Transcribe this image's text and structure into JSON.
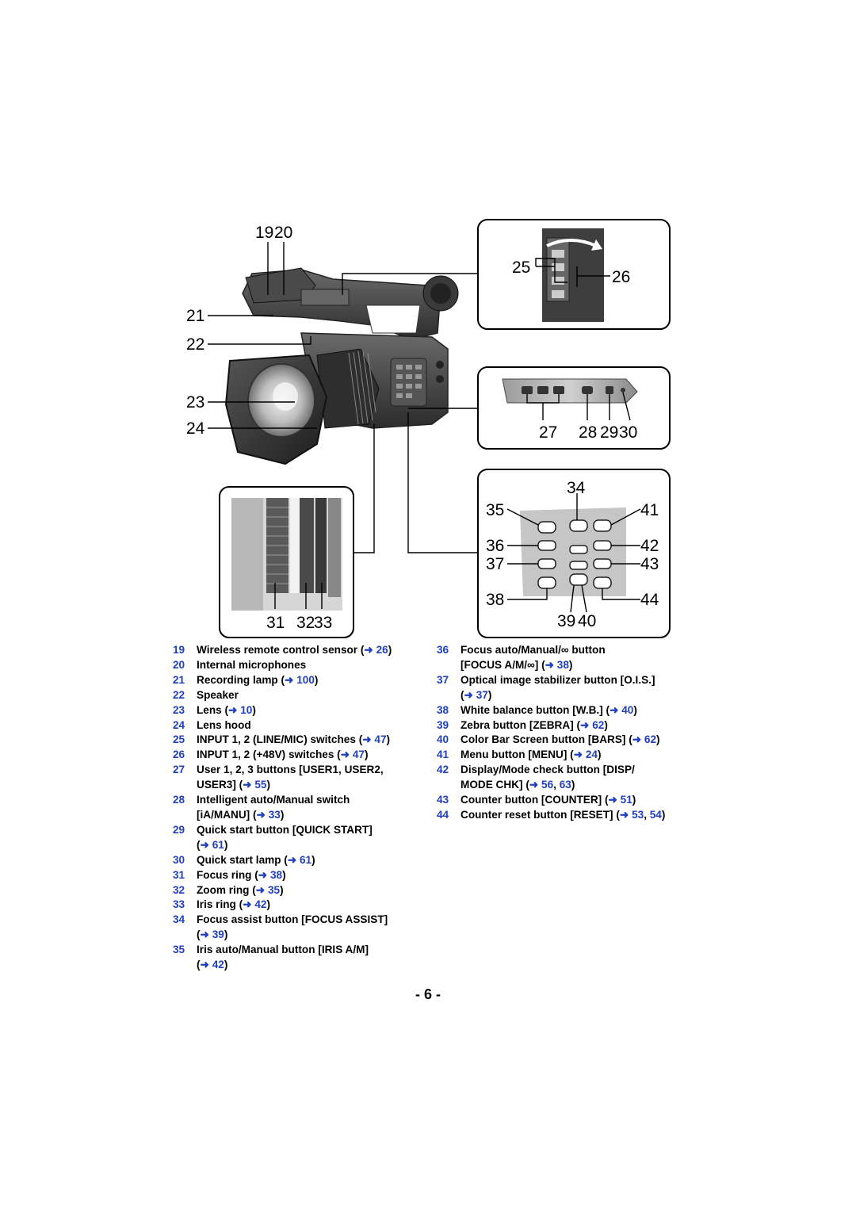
{
  "callouts": {
    "c19": "19",
    "c20": "20",
    "c21": "21",
    "c22": "22",
    "c23": "23",
    "c24": "24",
    "c25": "25",
    "c26": "26",
    "c27": "27",
    "c28": "28",
    "c29": "29",
    "c30": "30",
    "c31": "31",
    "c32": "32",
    "c33": "33",
    "c34": "34",
    "c35": "35",
    "c36": "36",
    "c37": "37",
    "c38": "38",
    "c39": "39",
    "c40": "40",
    "c41": "41",
    "c42": "42",
    "c43": "43",
    "c44": "44"
  },
  "legend": {
    "i19": {
      "num": "19",
      "text": "Wireless remote control sensor (",
      "arrow": "➜ ",
      "ref": "26",
      "end": ")"
    },
    "i20": {
      "num": "20",
      "text": "Internal microphones"
    },
    "i21": {
      "num": "21",
      "text": "Recording lamp (",
      "arrow": "➜ ",
      "ref": "100",
      "end": ")"
    },
    "i22": {
      "num": "22",
      "text": "Speaker"
    },
    "i23": {
      "num": "23",
      "text": "Lens (",
      "arrow": "➜ ",
      "ref": "10",
      "end": ")"
    },
    "i24": {
      "num": "24",
      "text": "Lens hood"
    },
    "i25": {
      "num": "25",
      "text": "INPUT 1, 2 (LINE/MIC) switches (",
      "arrow": "➜ ",
      "ref": "47",
      "end": ")"
    },
    "i26": {
      "num": "26",
      "text": "INPUT 1, 2 (+48V) switches (",
      "arrow": "➜ ",
      "ref": "47",
      "end": ")"
    },
    "i27": {
      "num": "27",
      "text": "User 1, 2, 3 buttons [USER1, USER2,",
      "text2": "USER3] (",
      "arrow": "➜ ",
      "ref": "55",
      "end": ")"
    },
    "i28": {
      "num": "28",
      "text": "Intelligent auto/Manual switch",
      "text2": "[iA/MANU] (",
      "arrow": "➜ ",
      "ref": "33",
      "end": ")"
    },
    "i29": {
      "num": "29",
      "text": "Quick start button [QUICK START]",
      "text2": "(",
      "arrow": "➜ ",
      "ref": "61",
      "end": ")"
    },
    "i30": {
      "num": "30",
      "text": "Quick start lamp (",
      "arrow": "➜ ",
      "ref": "61",
      "end": ")"
    },
    "i31": {
      "num": "31",
      "text": "Focus ring (",
      "arrow": "➜ ",
      "ref": "38",
      "end": ")"
    },
    "i32": {
      "num": "32",
      "text": "Zoom ring (",
      "arrow": "➜ ",
      "ref": "35",
      "end": ")"
    },
    "i33": {
      "num": "33",
      "text": "Iris ring (",
      "arrow": "➜ ",
      "ref": "42",
      "end": ")"
    },
    "i34": {
      "num": "34",
      "text": "Focus assist button [FOCUS ASSIST]",
      "text2": "(",
      "arrow": "➜ ",
      "ref": "39",
      "end": ")"
    },
    "i35": {
      "num": "35",
      "text": "Iris auto/Manual button [IRIS A/M]",
      "text2": "(",
      "arrow": "➜ ",
      "ref": "42",
      "end": ")"
    },
    "i36": {
      "num": "36",
      "text": "Focus auto/Manual/∞ button",
      "text2": "[FOCUS A/M/∞] (",
      "arrow": "➜ ",
      "ref": "38",
      "end": ")"
    },
    "i37": {
      "num": "37",
      "text": "Optical image stabilizer button [O.I.S.]",
      "text2": "(",
      "arrow": "➜ ",
      "ref": "37",
      "end": ")"
    },
    "i38": {
      "num": "38",
      "text": "White balance button [W.B.] (",
      "arrow": "➜ ",
      "ref": "40",
      "end": ")"
    },
    "i39": {
      "num": "39",
      "text": "Zebra button [ZEBRA] (",
      "arrow": "➜ ",
      "ref": "62",
      "end": ")"
    },
    "i40": {
      "num": "40",
      "text": "Color Bar Screen button [BARS] (",
      "arrow": "➜ ",
      "ref": "62",
      "end": ")"
    },
    "i41": {
      "num": "41",
      "text": "Menu button [MENU] (",
      "arrow": "➜ ",
      "ref": "24",
      "end": ")"
    },
    "i42": {
      "num": "42",
      "text": "Display/Mode check button [DISP/",
      "text2": "MODE CHK] (",
      "arrow": "➜ ",
      "ref": "56",
      "sep": ", ",
      "ref2": "63",
      "end": ")"
    },
    "i43": {
      "num": "43",
      "text": "Counter button [COUNTER] (",
      "arrow": "➜ ",
      "ref": "51",
      "end": ")"
    },
    "i44": {
      "num": "44",
      "text": "Counter reset button [RESET] (",
      "arrow": "➜ ",
      "ref": "53",
      "sep": ", ",
      "ref2": "54",
      "end": ")"
    }
  },
  "page_number": "- 6 -",
  "colors": {
    "link": "#1f3fbf",
    "frame": "#000000",
    "camera_body": "#4a4a4a"
  }
}
